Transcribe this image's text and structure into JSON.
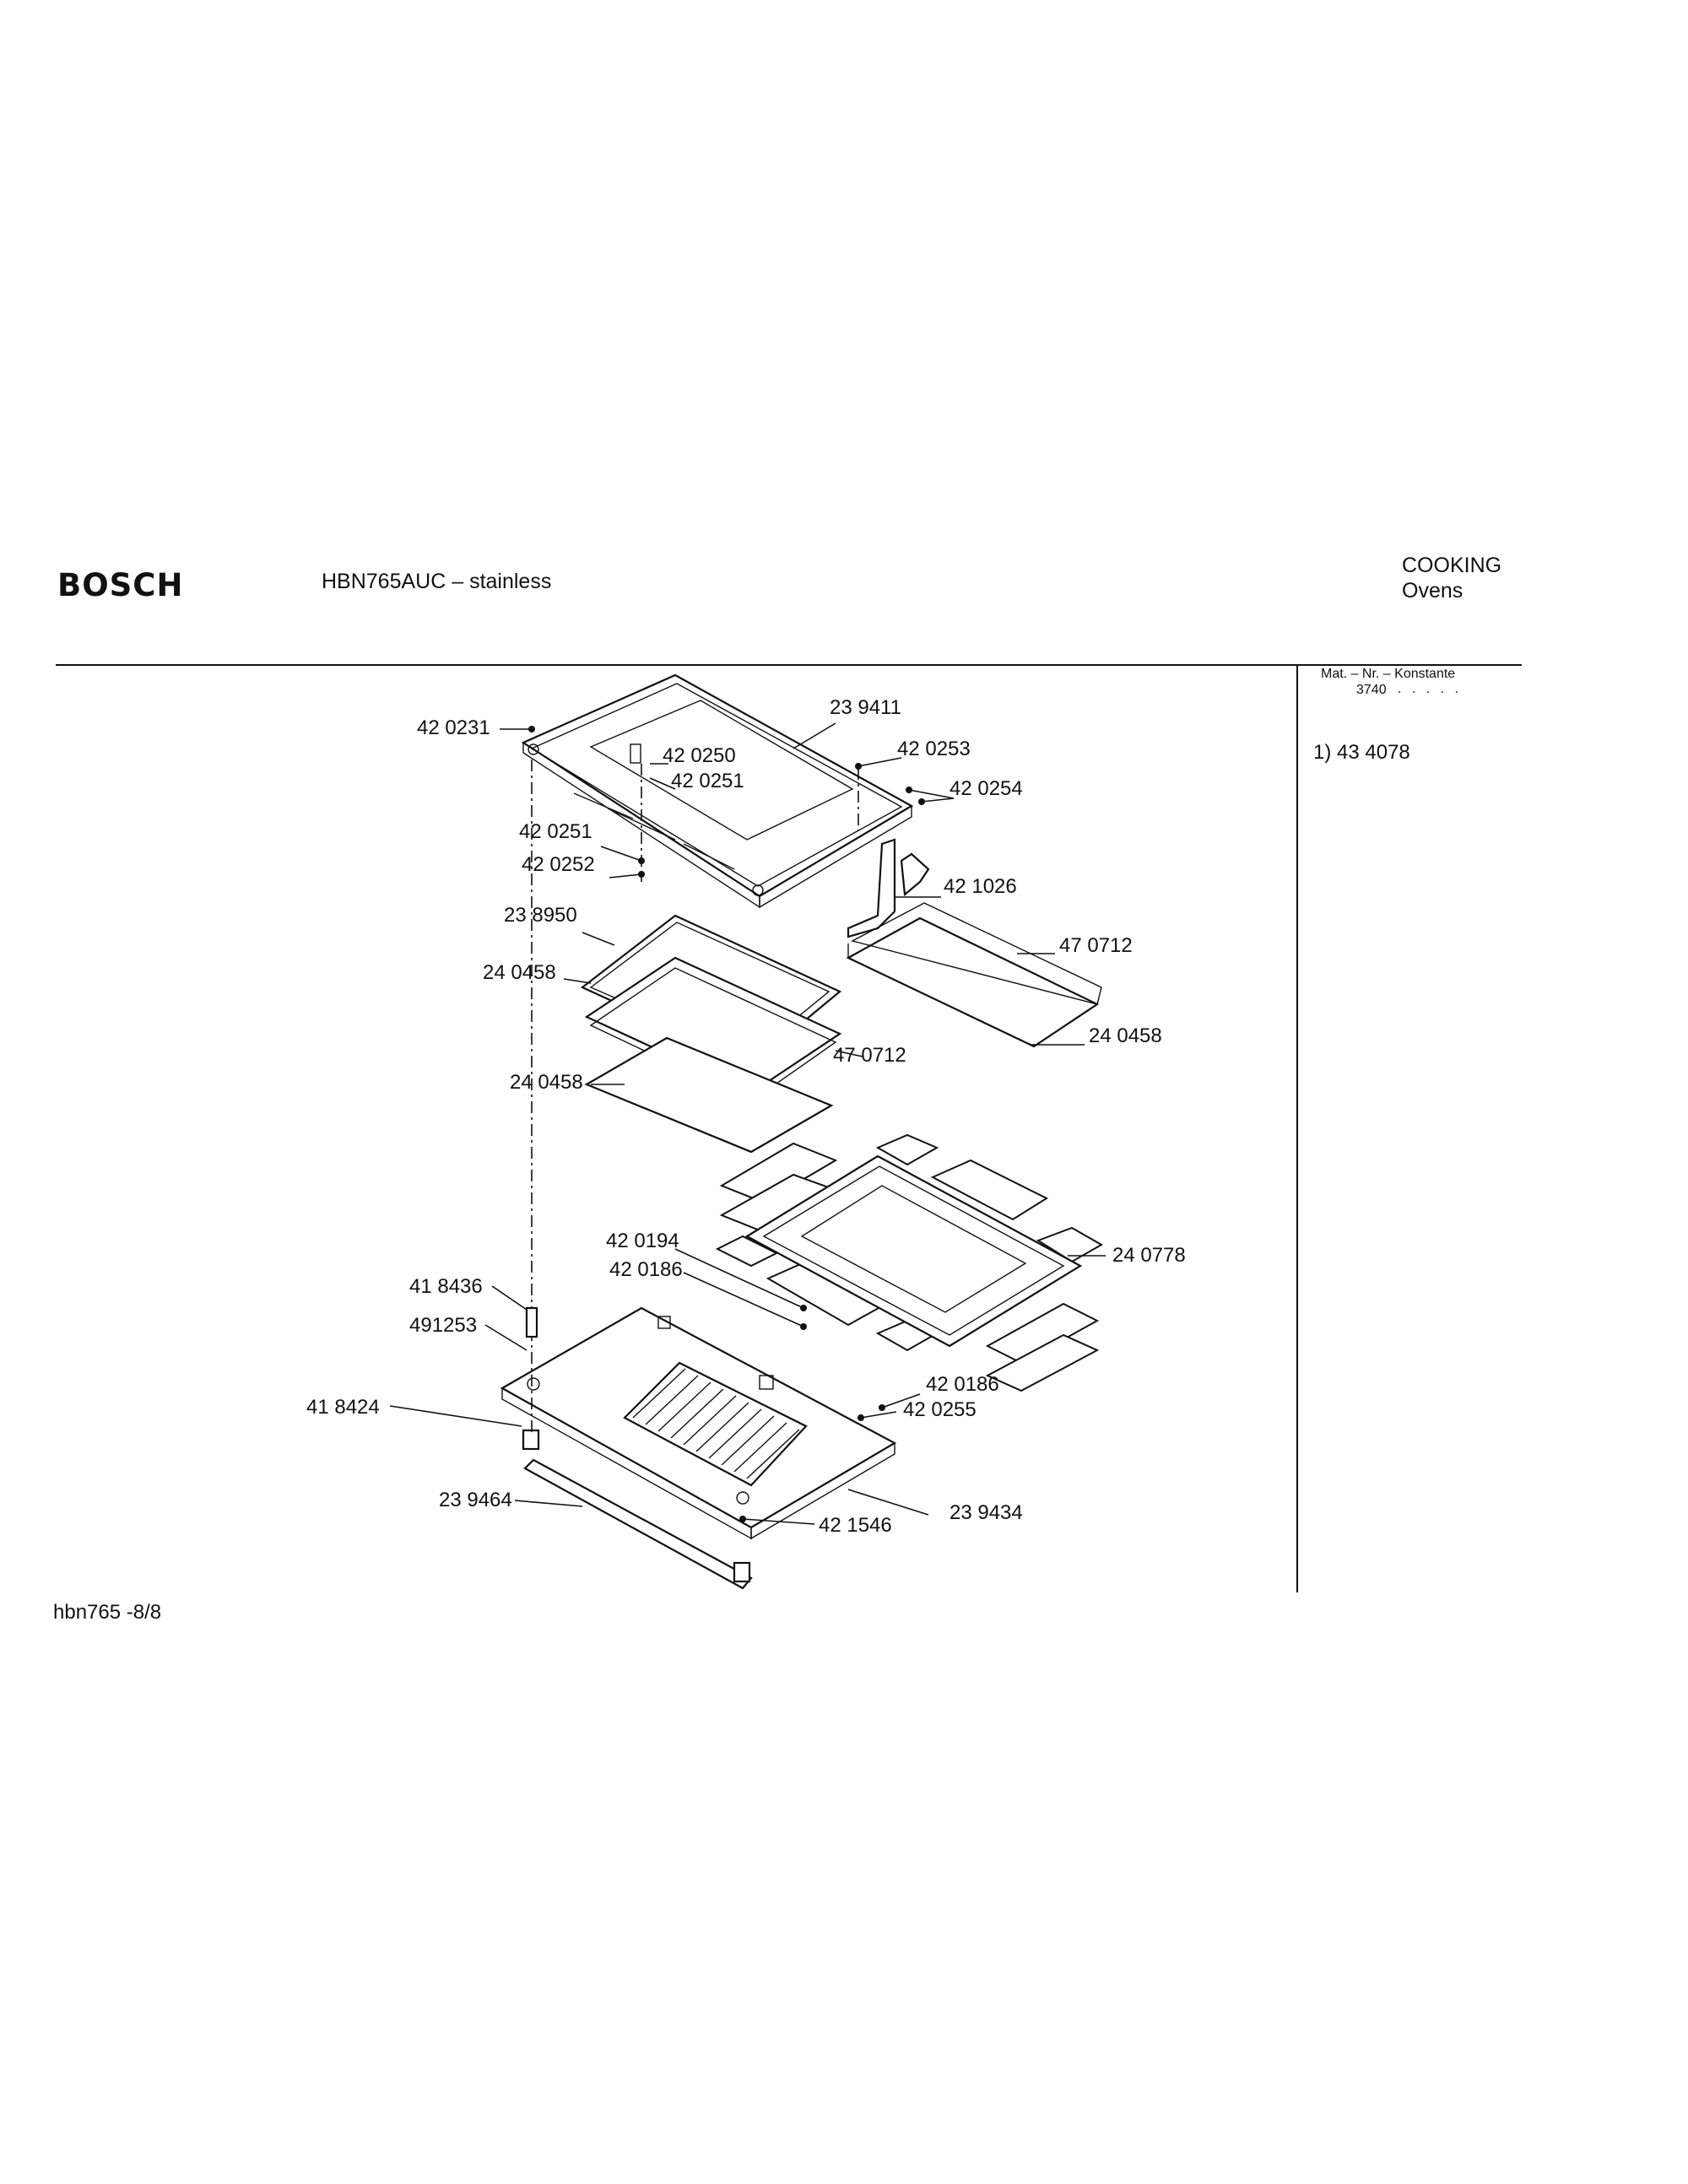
{
  "header": {
    "brand": "BOSCH",
    "model": "HBN765AUC – stainless",
    "category_line1": "COOKING",
    "category_line2": "Ovens"
  },
  "sidebar": {
    "mat_label": "Mat. – Nr. – Konstante",
    "mat_value": "3740",
    "mat_dots": ". . . . .",
    "note": "1) 43 4078"
  },
  "footer": {
    "page_ref": "hbn765  -8/8"
  },
  "parts": [
    "42 0231",
    "23 9411",
    "42 0250",
    "42 0251",
    "42 0253",
    "42 0254",
    "42 0251",
    "42 0252",
    "42 1026",
    "23 8950",
    "47 0712",
    "24 0458",
    "24 0458",
    "47 0712",
    "24 0458",
    "24 0778",
    "42 0194",
    "42 0186",
    "41 8436",
    "491253",
    "42 0186",
    "42 0255",
    "41 8424",
    "23 9464",
    "42 1546",
    "23 9434"
  ]
}
